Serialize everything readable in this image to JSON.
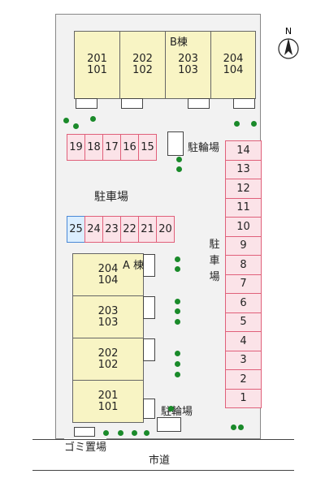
{
  "compass": {
    "letter": "N"
  },
  "buildings": {
    "b": {
      "label": "B棟",
      "units": [
        {
          "upper": "201",
          "lower": "101"
        },
        {
          "upper": "202",
          "lower": "102"
        },
        {
          "upper": "203",
          "lower": "103"
        },
        {
          "upper": "204",
          "lower": "104"
        }
      ]
    },
    "a": {
      "label": "A 棟",
      "units": [
        {
          "upper": "204",
          "lower": "104"
        },
        {
          "upper": "203",
          "lower": "103"
        },
        {
          "upper": "202",
          "lower": "102"
        },
        {
          "upper": "201",
          "lower": "101"
        }
      ]
    }
  },
  "parking": {
    "top_row": [
      "19",
      "18",
      "17",
      "16",
      "15"
    ],
    "middle_row": [
      "25",
      "24",
      "23",
      "22",
      "21",
      "20"
    ],
    "right_column": [
      "14",
      "13",
      "12",
      "11",
      "10",
      "9",
      "8",
      "7",
      "6",
      "5",
      "4",
      "3",
      "2",
      "1"
    ]
  },
  "labels": {
    "parking_main": "駐車場",
    "parking_side": [
      "駐",
      "車",
      "場"
    ],
    "bicycle_top": "駐輪場",
    "bicycle_bottom": "駐輪場",
    "garbage": "ゴミ置場",
    "road": "市道"
  },
  "colors": {
    "building_fill": "#f8f4c4",
    "parking_fill": "#fbe3e8",
    "parking_border": "#e0607a",
    "special_slot_fill": "#dbeeff",
    "tree": "#1a8a2a"
  }
}
